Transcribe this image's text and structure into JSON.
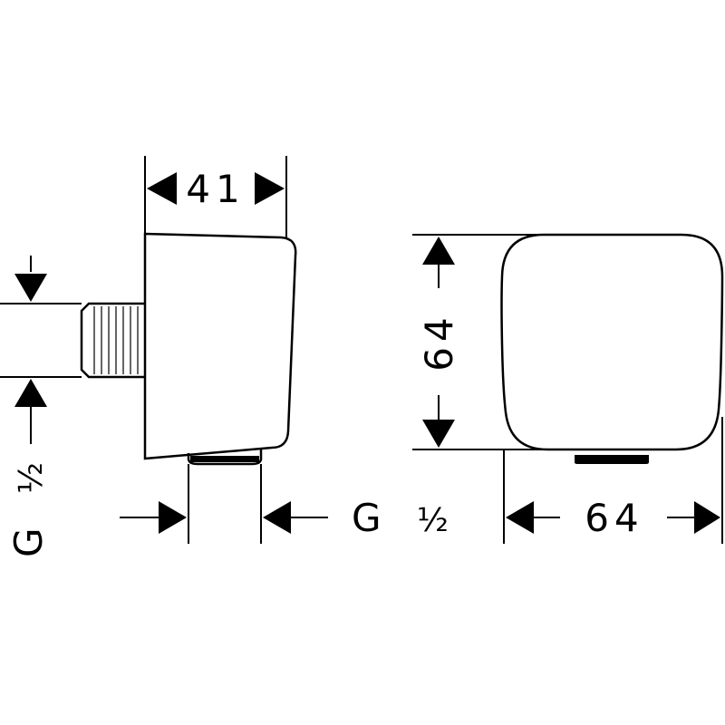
{
  "colors": {
    "line": "#000000",
    "background": "#ffffff"
  },
  "dimensions": {
    "side_width": "41",
    "front_height": "64",
    "front_width": "64",
    "outlet_thread_g": "G",
    "outlet_thread_size": "½",
    "inlet_thread_g": "G",
    "inlet_thread_size": "½"
  }
}
